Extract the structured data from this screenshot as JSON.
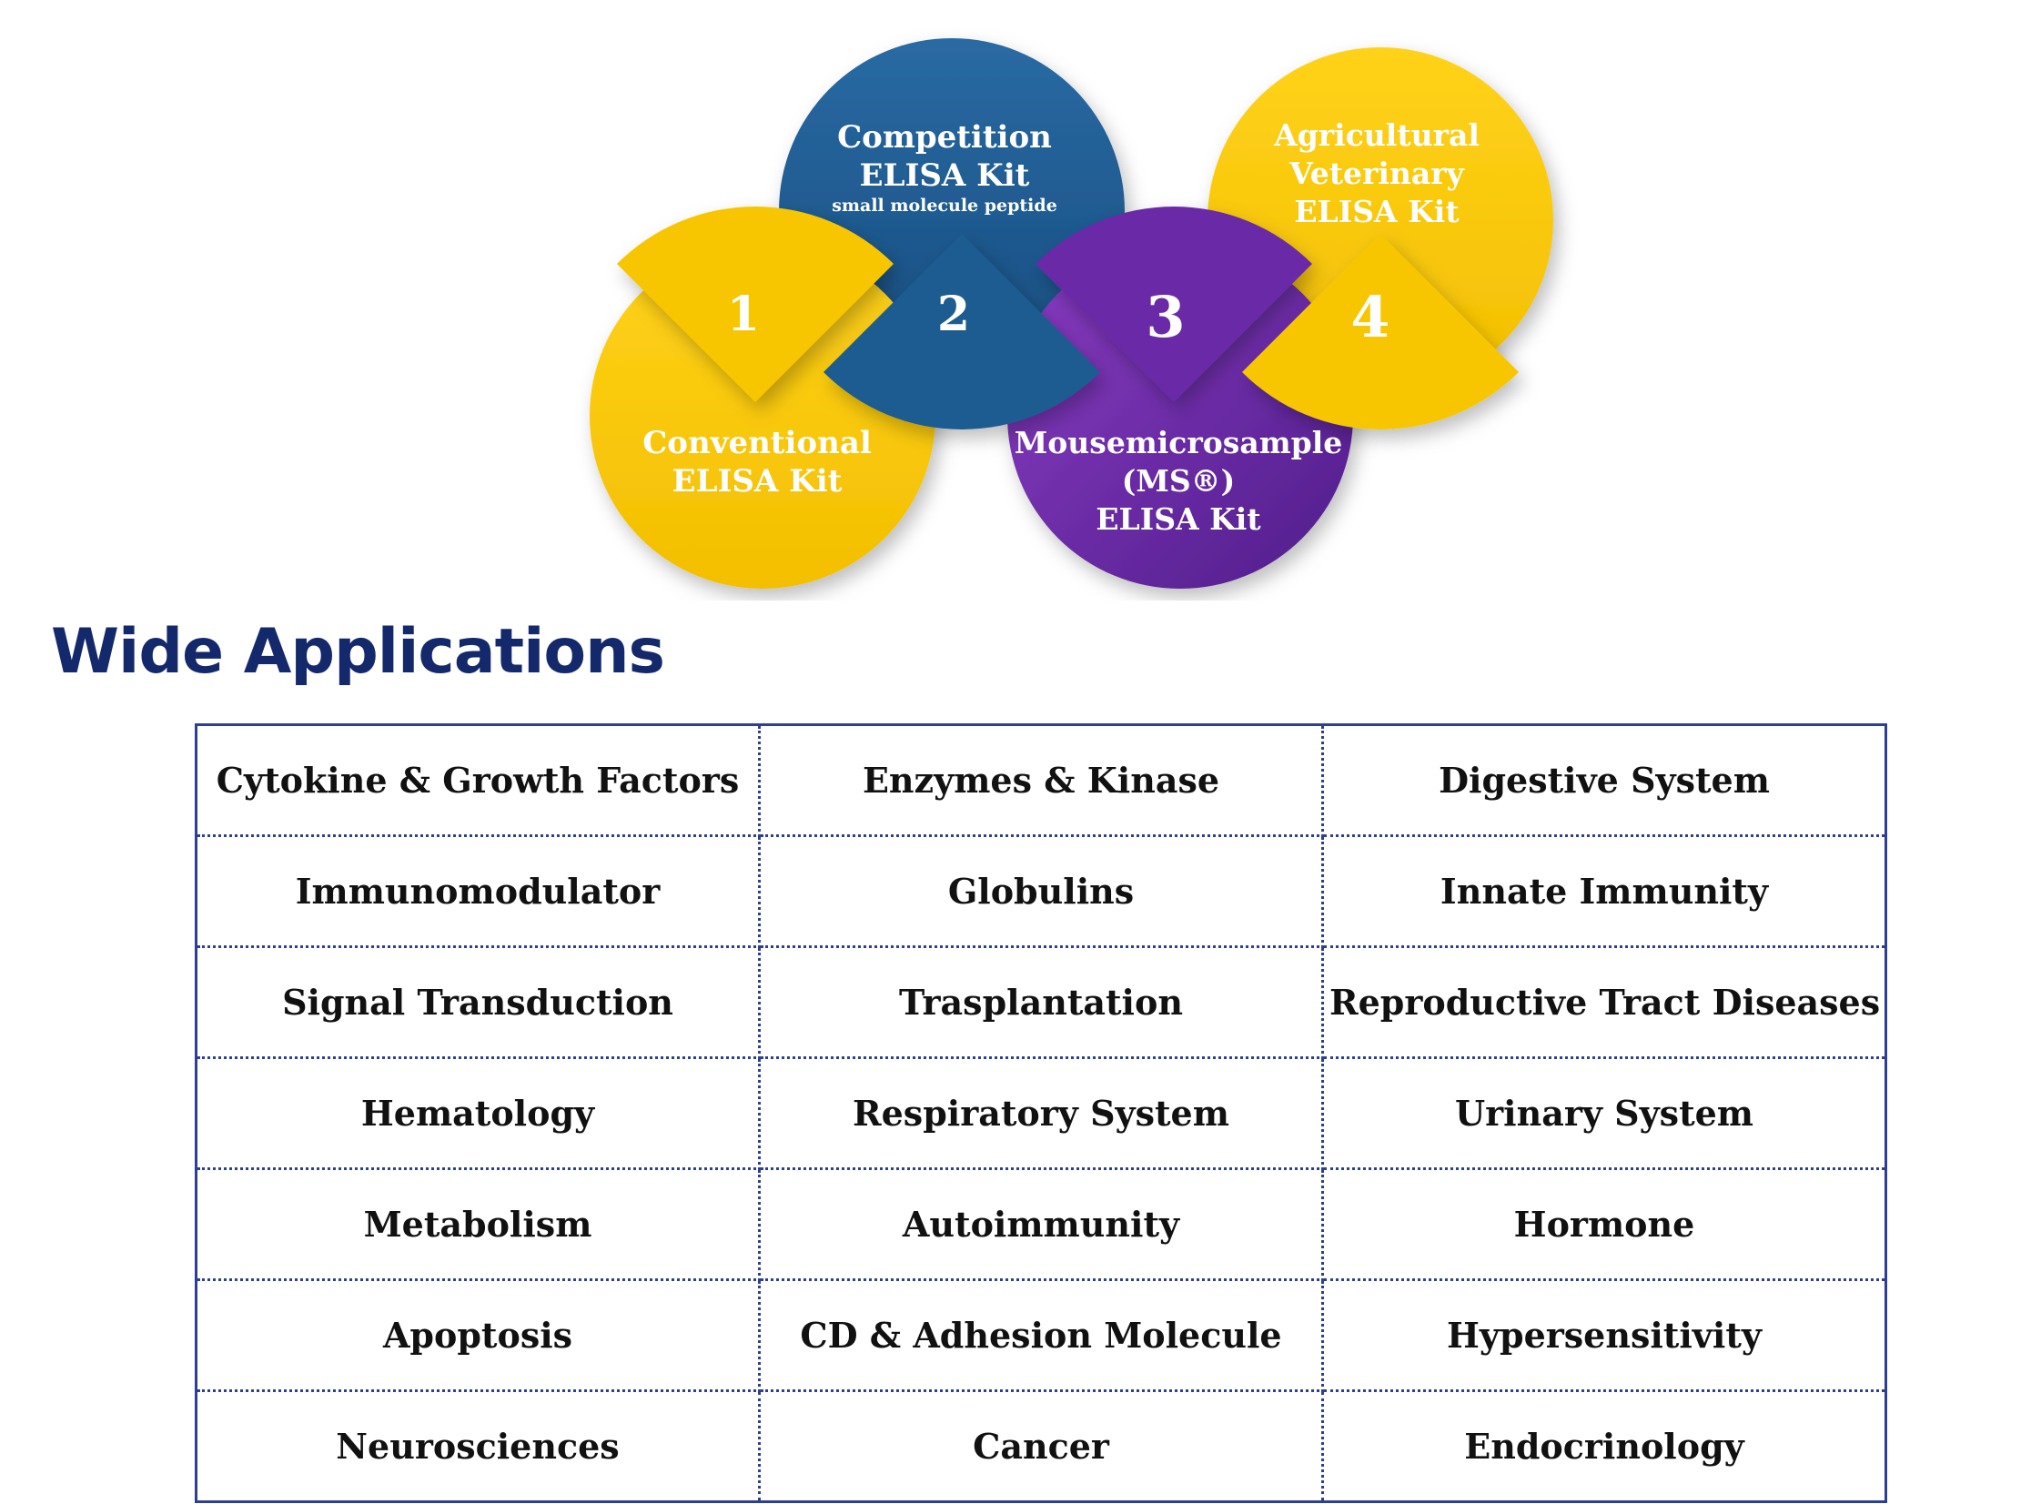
{
  "colors": {
    "yellow": "#f7c600",
    "blue": "#1c5b91",
    "purple": "#6a2aa8",
    "title": "#14296b",
    "table_border": "#2d3f93"
  },
  "kits": [
    {
      "number": "1",
      "lines": [
        "Conventional",
        "ELISA Kit"
      ],
      "color": "yellow"
    },
    {
      "number": "2",
      "lines": [
        "Competition",
        "ELISA Kit"
      ],
      "subline": "small molecule peptide",
      "color": "blue"
    },
    {
      "number": "3",
      "lines": [
        "Mousemicrosample",
        "(MS®)",
        "ELISA Kit"
      ],
      "color": "purple"
    },
    {
      "number": "4",
      "lines": [
        "Agricultural",
        "Veterinary",
        "ELISA Kit"
      ],
      "color": "yellow"
    }
  ],
  "section_title": "Wide Applications",
  "applications": [
    [
      "Cytokine & Growth Factors",
      "Enzymes & Kinase",
      "Digestive System"
    ],
    [
      "Immunomodulator",
      "Globulins",
      "Innate Immunity"
    ],
    [
      "Signal Transduction",
      "Trasplantation",
      "Reproductive Tract Diseases"
    ],
    [
      "Hematology",
      "Respiratory System",
      "Urinary System"
    ],
    [
      "Metabolism",
      "Autoimmunity",
      "Hormone"
    ],
    [
      "Apoptosis",
      "CD & Adhesion Molecule",
      "Hypersensitivity"
    ],
    [
      "Neurosciences",
      "Cancer",
      "Endocrinology"
    ]
  ]
}
